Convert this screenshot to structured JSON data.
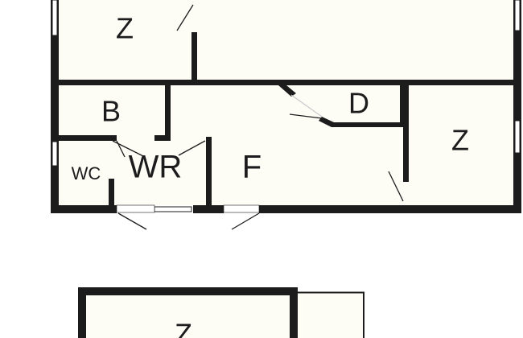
{
  "floor_plan": {
    "rooms": {
      "upper_left": "Z",
      "bedroom_b": "B",
      "storage_d": "D",
      "right": "Z",
      "wc": "WC",
      "wr": "WR",
      "hall_f": "F",
      "lower": "Z"
    },
    "colors": {
      "wall": "#1c1c1c",
      "floor": "#fdfdf6"
    }
  }
}
